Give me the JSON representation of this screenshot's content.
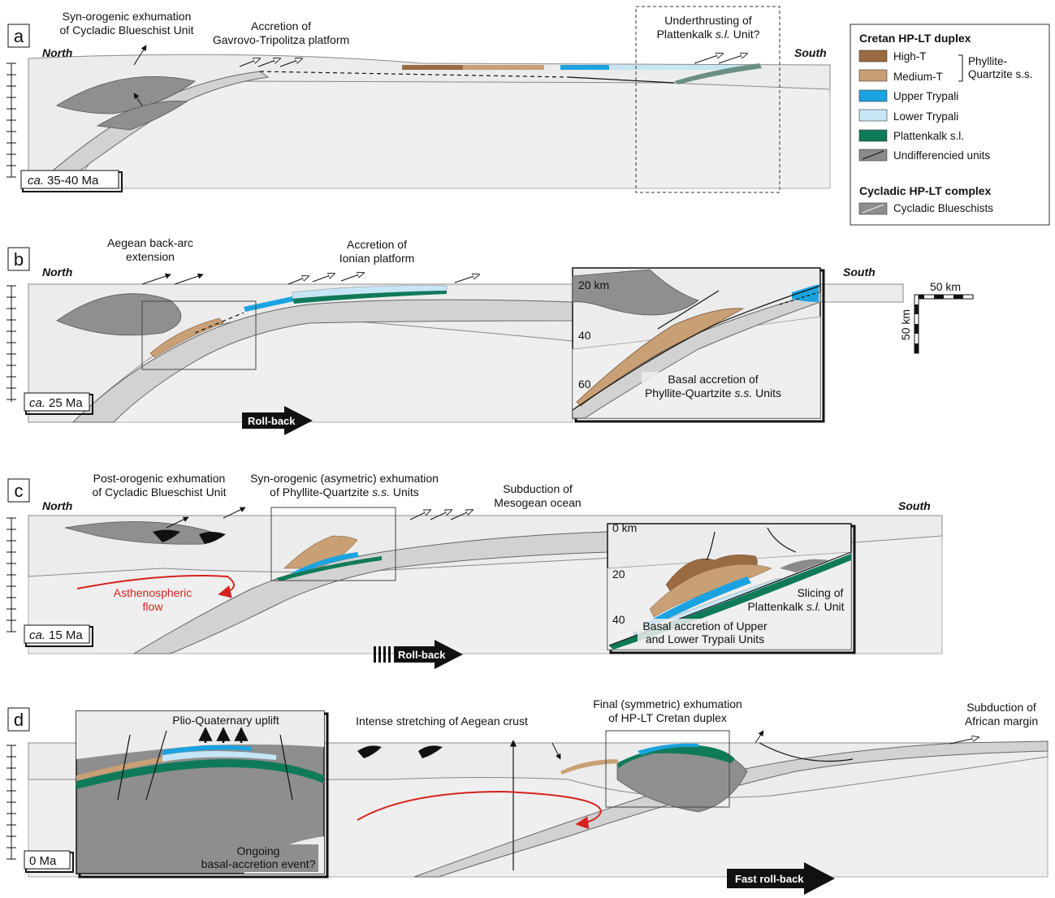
{
  "panels": {
    "a": {
      "label": "a",
      "north": "North",
      "south": "South",
      "age": "35-40 Ma",
      "age_prefix": "ca.",
      "ann1": [
        "Syn-orogenic exhumation",
        "of Cycladic Blueschist Unit"
      ],
      "ann2": [
        "Accretion of",
        "Gavrovo-Tripolitza platform"
      ],
      "ann3": [
        "Underthrusting of",
        "Plattenkalk ",
        "s.l.",
        " Unit?"
      ]
    },
    "b": {
      "label": "b",
      "north": "North",
      "south": "South",
      "age": "25 Ma",
      "age_prefix": "ca.",
      "ann1": [
        "Aegean back-arc",
        "extension"
      ],
      "ann2": [
        "Accretion of",
        "Ionian platform"
      ],
      "rollback": "Roll-back",
      "inset": {
        "depth_top": "20 km",
        "depth_mid": "40",
        "depth_bot": "60",
        "caption": [
          "Basal accretion of",
          "Phyllite-Quartzite ",
          "s.s.",
          " Units"
        ]
      },
      "scale": {
        "horizontal": "50 km",
        "vertical": "50 km"
      }
    },
    "c": {
      "label": "c",
      "north": "North",
      "south": "South",
      "age": "15 Ma",
      "age_prefix": "ca.",
      "ann1": [
        "Post-orogenic exhumation",
        "of Cycladic Blueschist Unit"
      ],
      "ann2": [
        "Syn-orogenic (asymetric) exhumation",
        "of Phyllite-Quartzite ",
        "s.s.",
        " Units"
      ],
      "ann3": [
        "Subduction of",
        "Mesogean ocean"
      ],
      "flow": [
        "Asthenospheric",
        "flow"
      ],
      "rollback": "Roll-back",
      "inset": {
        "depth_top": "0 km",
        "depth_mid": "20",
        "depth_bot": "40",
        "caption1": [
          "Slicing of",
          "Plattenkalk ",
          "s.l.",
          " Unit"
        ],
        "caption2": [
          "Basal accretion of Upper",
          "and Lower Trypali Units"
        ]
      }
    },
    "d": {
      "label": "d",
      "age": "0 Ma",
      "ann1": "Intense stretching of Aegean crust",
      "ann2": [
        "Final (symmetric) exhumation",
        "of HP-LT Cretan duplex"
      ],
      "ann3": [
        "Subduction of",
        "African margin"
      ],
      "rollback": "Fast roll-back",
      "inset": {
        "title": "Plio-Quaternary uplift",
        "caption": [
          "Ongoing",
          "basal-accretion event?"
        ]
      }
    }
  },
  "legend": {
    "title1": "Cretan HP-LT duplex",
    "items": [
      {
        "label": "High-T",
        "color": "#9a6b42"
      },
      {
        "label": "Medium-T",
        "color": "#c9a075"
      },
      {
        "label": "Upper Trypali",
        "color": "#1aa3e0"
      },
      {
        "label": "Lower Trypali",
        "color": "#c6e6f6"
      },
      {
        "label": "Plattenkalk s.l.",
        "color": "#0f7a5a"
      },
      {
        "label": "Undifferencied units",
        "color": "#8a8a8a"
      }
    ],
    "bracket_label": [
      "Phyllite-",
      "Quartzite s.s."
    ],
    "title2": "Cycladic HP-LT complex",
    "cycladic": {
      "label": "Cycladic Blueschists",
      "color": "#8e8e8e"
    }
  }
}
